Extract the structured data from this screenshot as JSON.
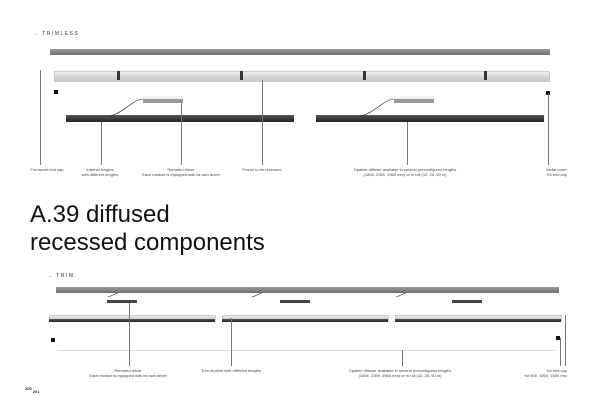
{
  "trimless": {
    "heading": "→ TRIMLESS",
    "labels": [
      {
        "l1": "Formwork end cap",
        "l2": ""
      },
      {
        "l1": "Internal lengths",
        "l2": "with different lengths"
      },
      {
        "l1": "Remoted driver",
        "l2": "Each module is equipped with its own driver"
      },
      {
        "l1": "Frame to be recessed",
        "l2": ""
      },
      {
        "l1": "Opaline diffuser available in several preconfigured lengths",
        "l2": "(1894, 2359, 2960 mm) or in roll (10, 25, 50 m)"
      },
      {
        "l1": "Metal cover",
        "l2": "Kit end cap"
      }
    ]
  },
  "title": {
    "line1": "A.39 diffused",
    "line2": "recessed components"
  },
  "trim": {
    "heading": "→ TRIM",
    "labels": [
      {
        "l1": "Remoted driver",
        "l2": "Each module is equipped with its own driver"
      },
      {
        "l1": "Trim module with different lengths",
        "l2": ""
      },
      {
        "l1": "Opaline diffuser available in several preconfigured lengths",
        "l2": "(1894, 2359, 2960 mm) or in roll (10, 25, 50 m)"
      },
      {
        "l1": "Kit end cap",
        "l2": "for 500, 1000, 1500 mm"
      }
    ]
  },
  "pages": {
    "left": "200",
    "right": "201"
  }
}
